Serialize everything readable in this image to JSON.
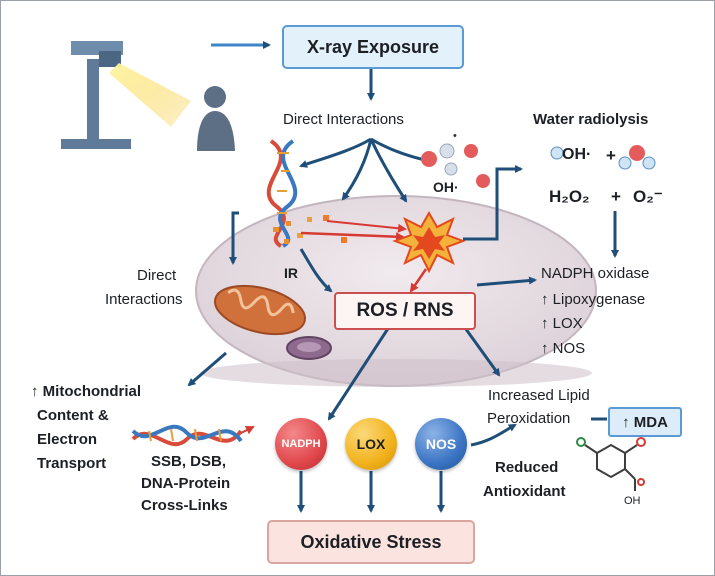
{
  "top": {
    "xray_exposure": "X-ray Exposure",
    "direct_interactions": "Direct Interactions",
    "water_radiolysis": "Water radiolysis"
  },
  "radicals": {
    "oh_molecule": "OH·",
    "oh_radical": "OH·",
    "plus_1": "+",
    "h2o2": "H₂O₂",
    "plus_2": "+",
    "o2_minus": "O₂⁻"
  },
  "cell": {
    "ir": "IR",
    "ros_rns": "ROS / RNS"
  },
  "left": {
    "direct_interactions_1": "Direct",
    "direct_interactions_2": "Interactions",
    "mito_line1": "↑ Mitochondrial",
    "mito_line2": "Content &",
    "mito_line3": "Electron",
    "mito_line4": "Transport"
  },
  "right": {
    "nadph_oxidase": "NADPH oxidase",
    "lipoxygenase": "↑ Lipoxygenase",
    "lox": "↑ LOX",
    "nos": "↑ NOS",
    "lipid_line1": "Increased Lipid",
    "lipid_line2": "Peroxidation",
    "mda": "↑ MDA",
    "reduced_line1": "Reduced",
    "reduced_line2": "Antioxidant",
    "oh_group": "OH"
  },
  "bottom": {
    "dna_damage_line1": "SSB, DSB,",
    "dna_damage_line2": "DNA-Protein",
    "dna_damage_line3": "Cross-Links",
    "enzyme_nadph": "NADPH",
    "enzyme_lox": "LOX",
    "enzyme_nos": "NOS",
    "oxidative_stress": "Oxidative Stress"
  },
  "colors": {
    "arrow": "#1f4e79",
    "xray_box_fill": "#e3f1fb",
    "xray_box_border": "#5a9bd5",
    "ros_box_border": "#c9504f",
    "mda_box_fill": "#dcecf8",
    "oxidative_fill": "#fbe3df",
    "cell_fill": "#e9e1e6",
    "nadph_circle": "#e0484c",
    "lox_circle": "#f2b21c",
    "nos_circle": "#3a74c4",
    "mito": "#d0703a",
    "xray_beam": "#f7d64a"
  },
  "icons": [
    "xray-machine-icon",
    "person-silhouette-icon",
    "dna-helix-icon",
    "water-molecule-icon",
    "explosion-icon",
    "mitochondrion-icon",
    "antioxidant-molecule-icon"
  ]
}
